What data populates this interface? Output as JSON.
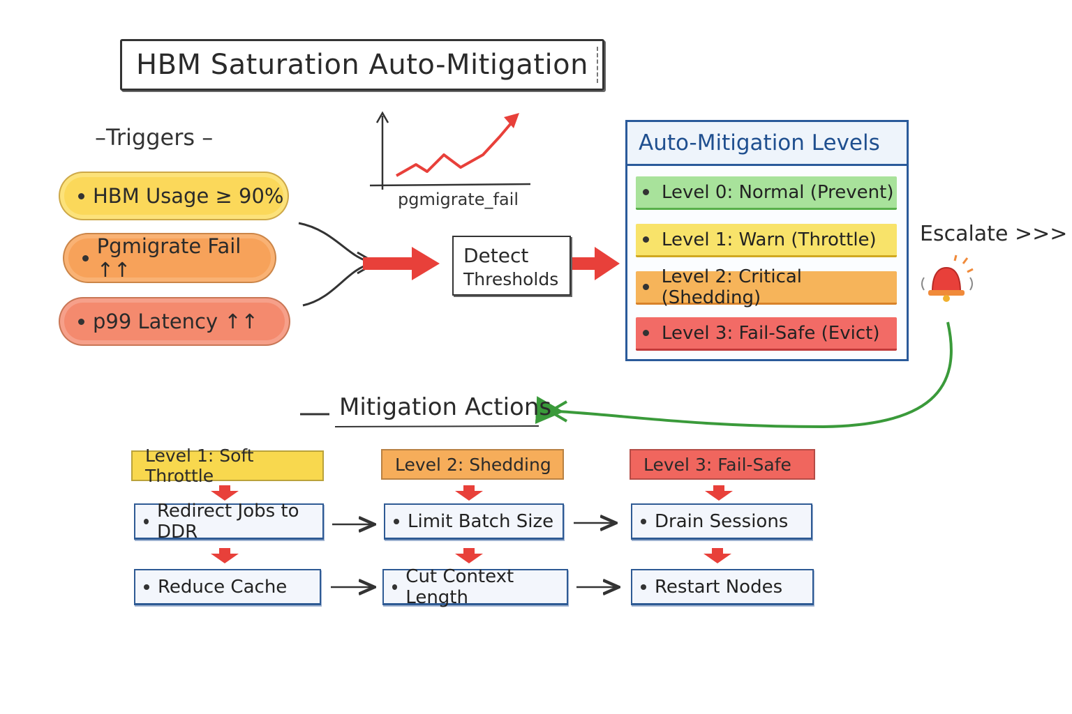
{
  "title": "HBM Saturation Auto-Mitigation",
  "triggers": {
    "heading": "–Triggers –",
    "items": [
      {
        "label": "HBM Usage ≥ 90%",
        "color": "#fbd85a"
      },
      {
        "label": "Pgmigrate Fail ↑↑",
        "color": "#f7a25a"
      },
      {
        "label": "p99 Latency ↑↑",
        "color": "#f48a6e"
      }
    ]
  },
  "mini_chart": {
    "label": "pgmigrate_fail",
    "trend_color": "#e8403a"
  },
  "detect": {
    "line1": "Detect",
    "line2": "Thresholds"
  },
  "levels_panel": {
    "heading": "Auto-Mitigation Levels",
    "items": [
      {
        "label": "Level 0: Normal (Prevent)",
        "color": "#a8e29b"
      },
      {
        "label": "Level 1: Warn (Throttle)",
        "color": "#f8e36a"
      },
      {
        "label": "Level 2: Critical (Shedding)",
        "color": "#f6b45a"
      },
      {
        "label": "Level 3: Fail-Safe (Evict)",
        "color": "#f26b66"
      }
    ]
  },
  "escalate": {
    "label": "Escalate >>>",
    "icon": "alarm-bell-icon"
  },
  "mitigation": {
    "heading": "Mitigation Actions",
    "columns": [
      {
        "header": "Level 1: Soft Throttle",
        "actions": [
          "Redirect Jobs to DDR",
          "Reduce Cache"
        ]
      },
      {
        "header": "Level 2: Shedding",
        "actions": [
          "Limit Batch Size",
          "Cut Context Length"
        ]
      },
      {
        "header": "Level 3: Fail-Safe",
        "actions": [
          "Drain Sessions",
          "Restart Nodes"
        ]
      }
    ]
  }
}
